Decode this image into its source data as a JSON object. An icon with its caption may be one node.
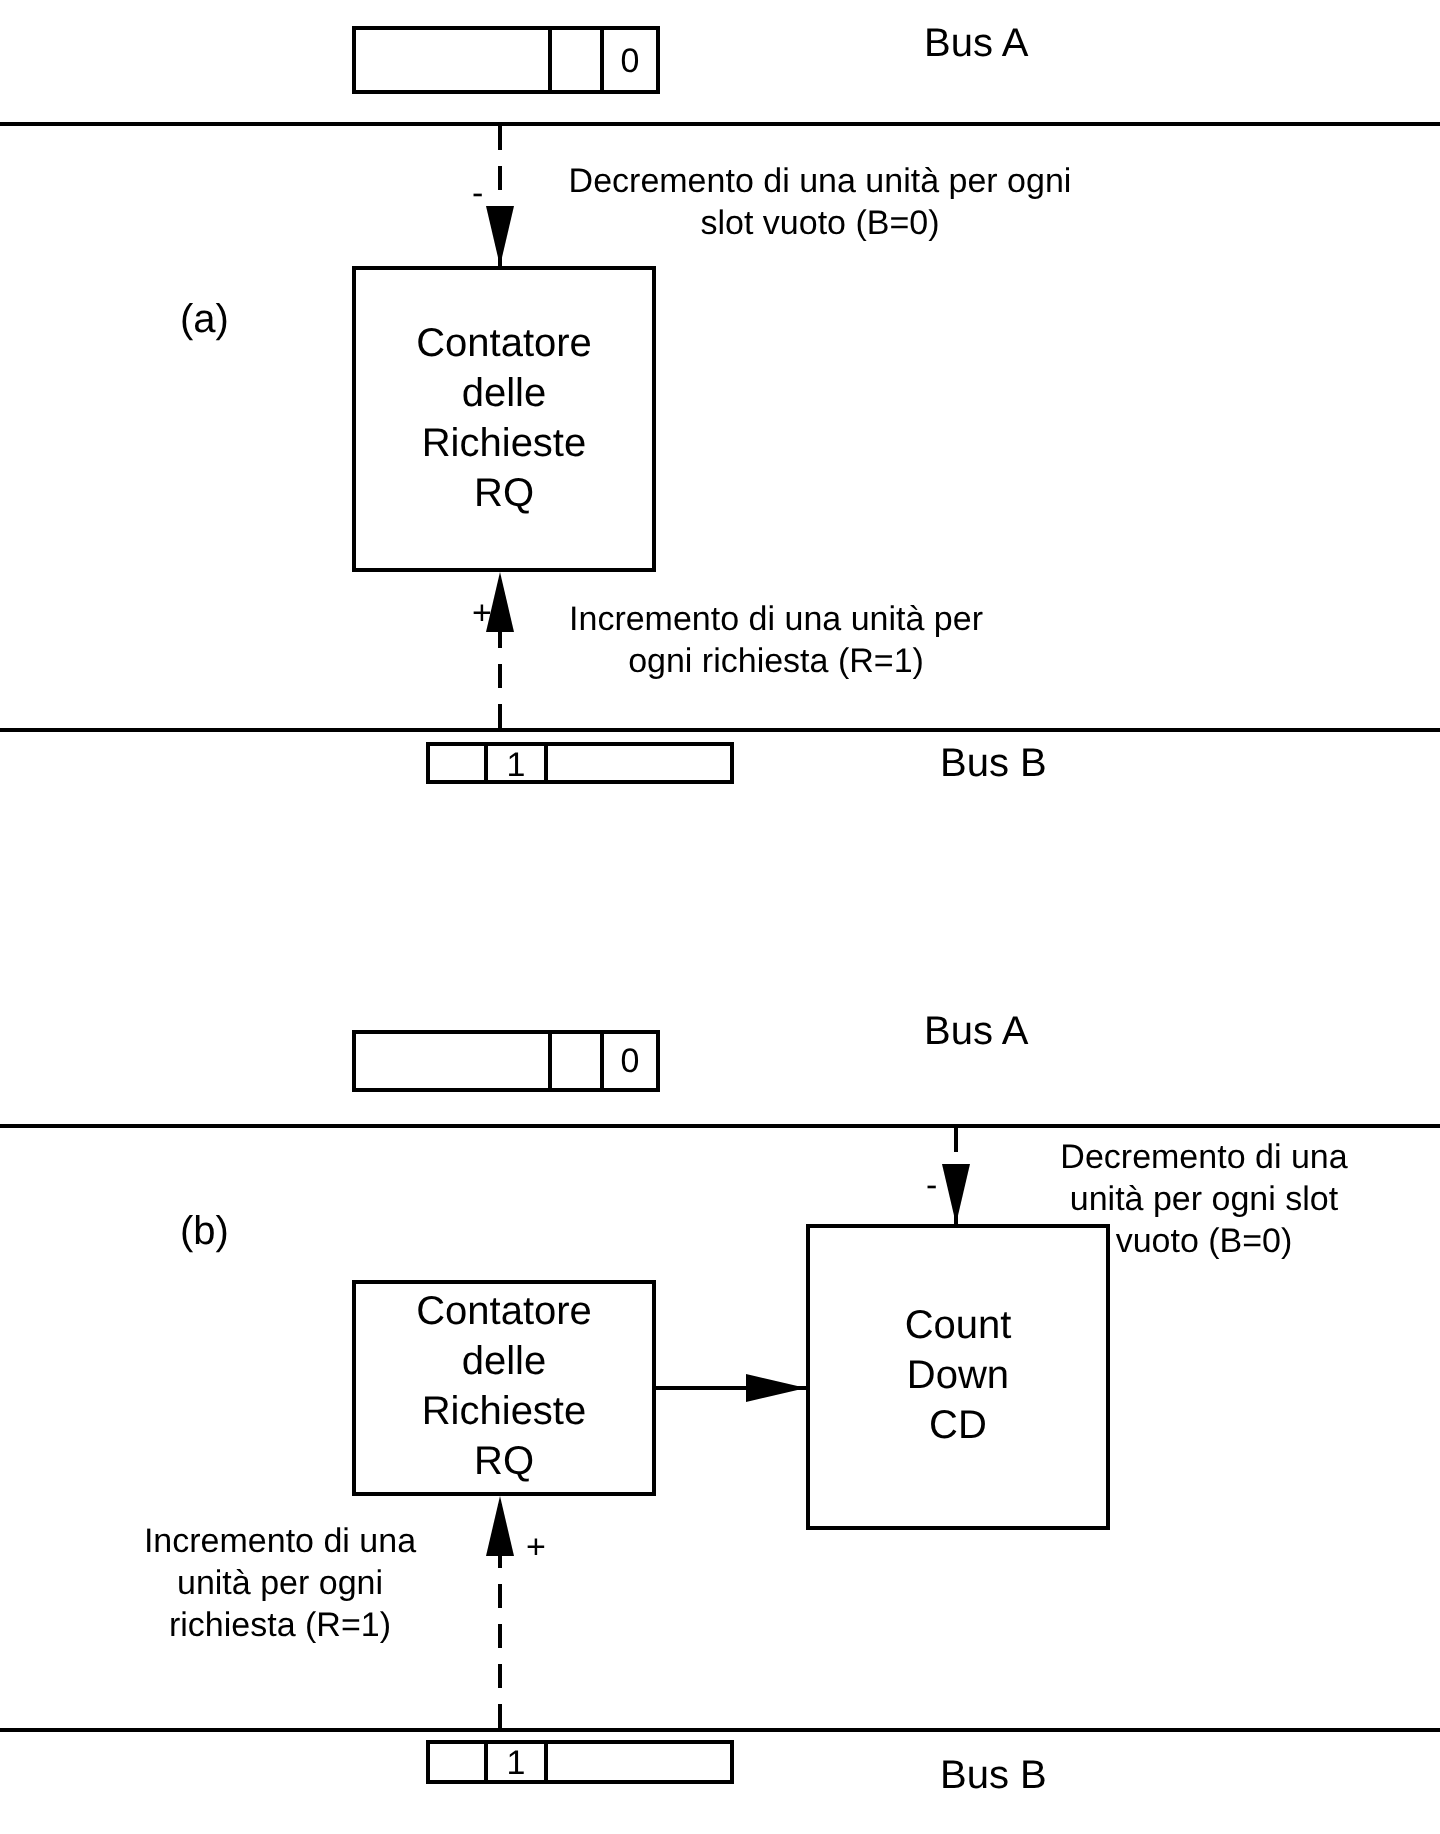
{
  "diagram": {
    "nodes": [
      {
        "text": [
          "0"
        ]
      },
      {
        "text": [],
        "shape": "bar",
        "beside": [
          "Bus A"
        ]
      },
      {
        "text": [
          "Contatore delle Richieste RQ"
        ]
      },
      {
        "text": [],
        "shape": "bar",
        "beside": [
          "Bus B"
        ]
      },
      {
        "text": [
          "1"
        ]
      },
      {
        "text": [
          "0"
        ]
      },
      {
        "text": [],
        "shape": "bar",
        "beside": [
          "Bus A"
        ]
      },
      {
        "text": [
          "Contatore delle Richieste RQ"
        ]
      },
      {
        "text": [
          "Count Down CD"
        ]
      },
      {
        "text": [],
        "shape": "bar",
        "beside": [
          "Bus B"
        ]
      },
      {
        "text": [
          "1"
        ]
      }
    ],
    "edges": [
      {
        "from": 1,
        "to": 2,
        "arrow": "to",
        "style": "dashed",
        "label": "Decremento di una unità per ogni slot vuoto (B=0)"
      },
      {
        "from": 3,
        "to": 2,
        "arrow": "to",
        "style": "dashed",
        "label": "Incremento di una unità per ogni richiesta (R=1)"
      },
      {
        "from": 6,
        "to": 8,
        "arrow": "to",
        "style": "dashed",
        "label": "Decremento di una unità per ogni slot vuoto (B=0)"
      },
      {
        "from": 7,
        "to": 8,
        "arrow": "to"
      },
      {
        "from": 9,
        "to": 7,
        "arrow": "to",
        "style": "dashed",
        "label": "Incremento di una unità per ogni richiesta (R=1)"
      }
    ],
    "labels": [
      "-",
      "(a)",
      "+",
      "-",
      "(b)",
      "+"
    ]
  }
}
